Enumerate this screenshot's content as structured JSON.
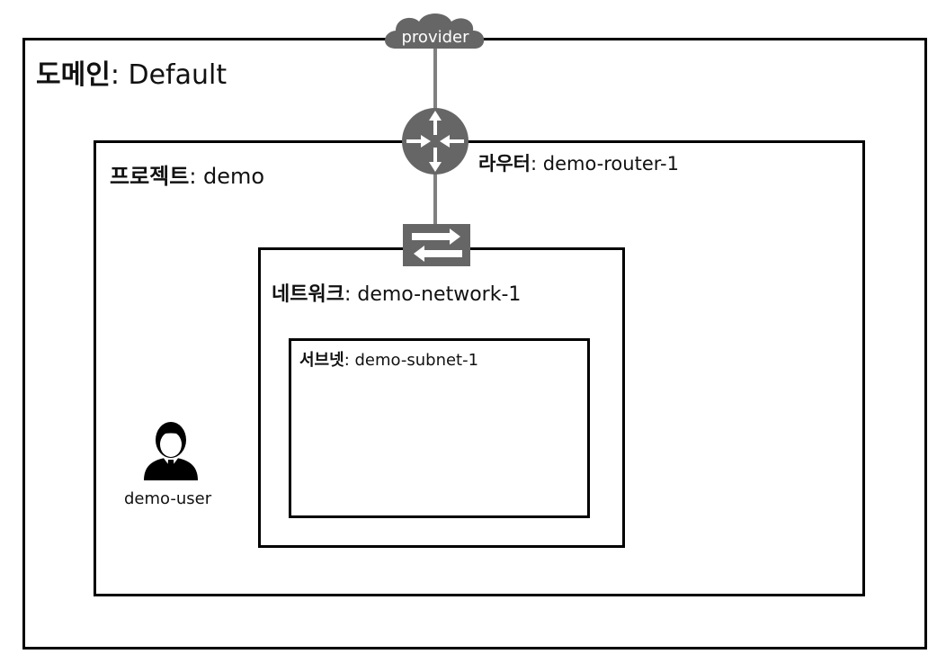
{
  "domain": {
    "prefix": "도메인",
    "separator": ": ",
    "name": "Default"
  },
  "project": {
    "prefix": "프로젝트",
    "separator": ": ",
    "name": "demo"
  },
  "router": {
    "prefix": "라우터",
    "separator": ": ",
    "name": "demo-router-1",
    "icon": "router-icon"
  },
  "network": {
    "prefix": "네트워크",
    "separator": ": ",
    "name": "demo-network-1",
    "icon": "switch-icon"
  },
  "subnet": {
    "prefix": "서브넷",
    "separator": ": ",
    "name": "demo-subnet-1"
  },
  "external_network": {
    "label": "provider",
    "icon": "cloud-icon"
  },
  "user": {
    "name": "demo-user",
    "icon": "user-icon"
  },
  "colors": {
    "icon_fill": "#666666",
    "link": "#808080",
    "border": "#000000"
  }
}
